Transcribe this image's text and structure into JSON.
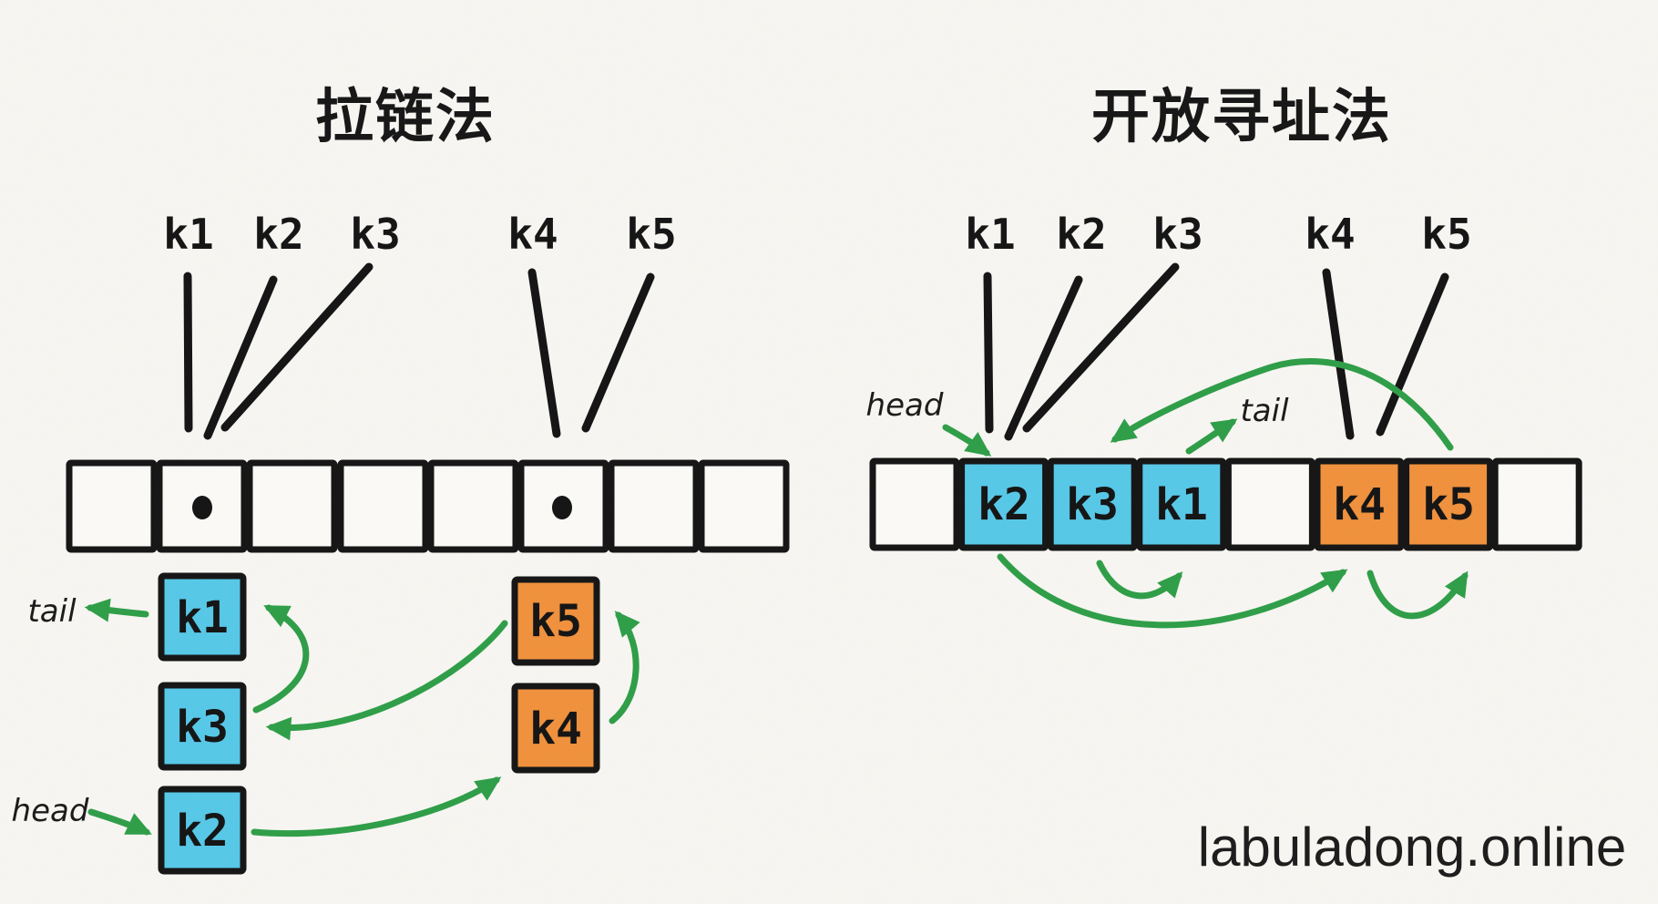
{
  "colors": {
    "paper": "#f7f6f2",
    "ink": "#161616",
    "blue": "#57c8e8",
    "orange": "#f0913c",
    "green": "#2f9e48"
  },
  "watermark": "labuladong.online",
  "left_diagram": {
    "title": "拉链法",
    "keys": [
      "k1",
      "k2",
      "k3",
      "k4",
      "k5"
    ],
    "head_label": "head",
    "tail_label": "tail",
    "bucket_count": 8,
    "dot_slots": [
      1,
      5
    ],
    "chain_blue": [
      "k1",
      "k3",
      "k2"
    ],
    "chain_orange": [
      "k5",
      "k4"
    ]
  },
  "right_diagram": {
    "title": "开放寻址法",
    "keys": [
      "k1",
      "k2",
      "k3",
      "k4",
      "k5"
    ],
    "head_label": "head",
    "tail_label": "tail",
    "cells": [
      "",
      "k2",
      "k3",
      "k1",
      "",
      "k4",
      "k5",
      ""
    ]
  }
}
